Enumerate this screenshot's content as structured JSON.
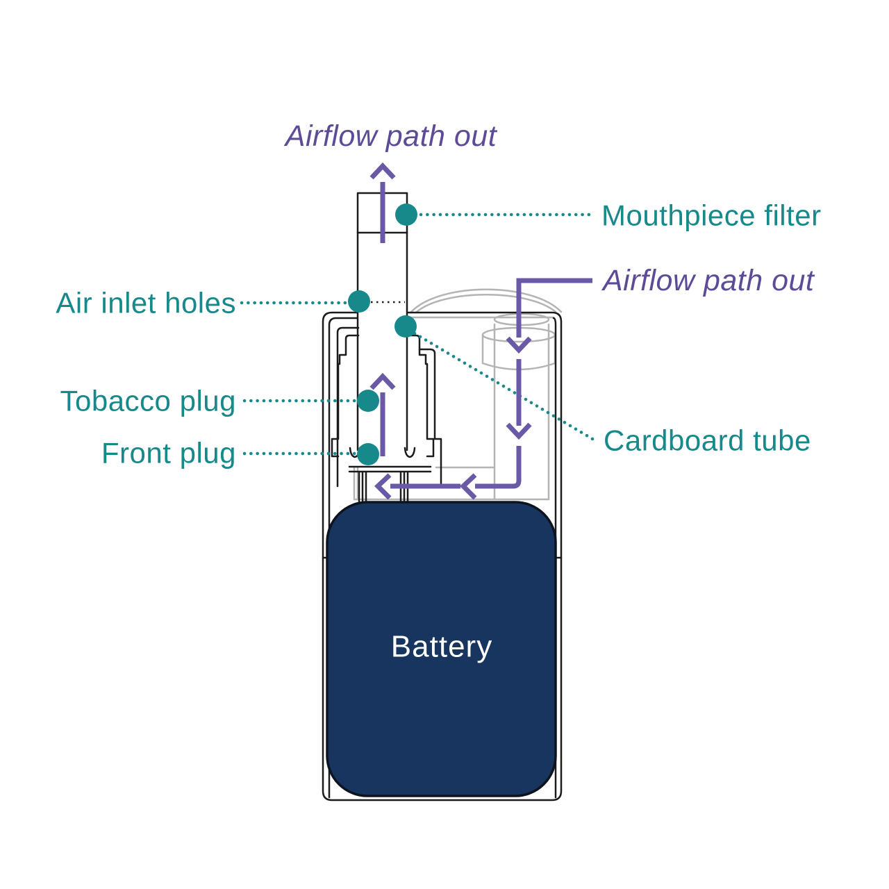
{
  "diagram": {
    "title_hint": "Heated tobacco stick airflow diagram",
    "labels": {
      "airflow_top": "Airflow path out",
      "mouthpiece_filter": "Mouthpiece filter",
      "airflow_right": "Airflow path out",
      "air_inlet_holes": "Air inlet holes",
      "tobacco_plug": "Tobacco plug",
      "front_plug": "Front plug",
      "cardboard_tube": "Cardboard tube",
      "battery": "Battery"
    },
    "colors": {
      "teal": "#17898b",
      "purple": "#5d4b97",
      "purple_arrow": "#6a5aa5",
      "battery_fill": "#17355e",
      "battery_text": "#ffffff",
      "outline_black": "#1b1b1b",
      "outline_gray": "#b4b4b4",
      "background": "#ffffff"
    }
  }
}
